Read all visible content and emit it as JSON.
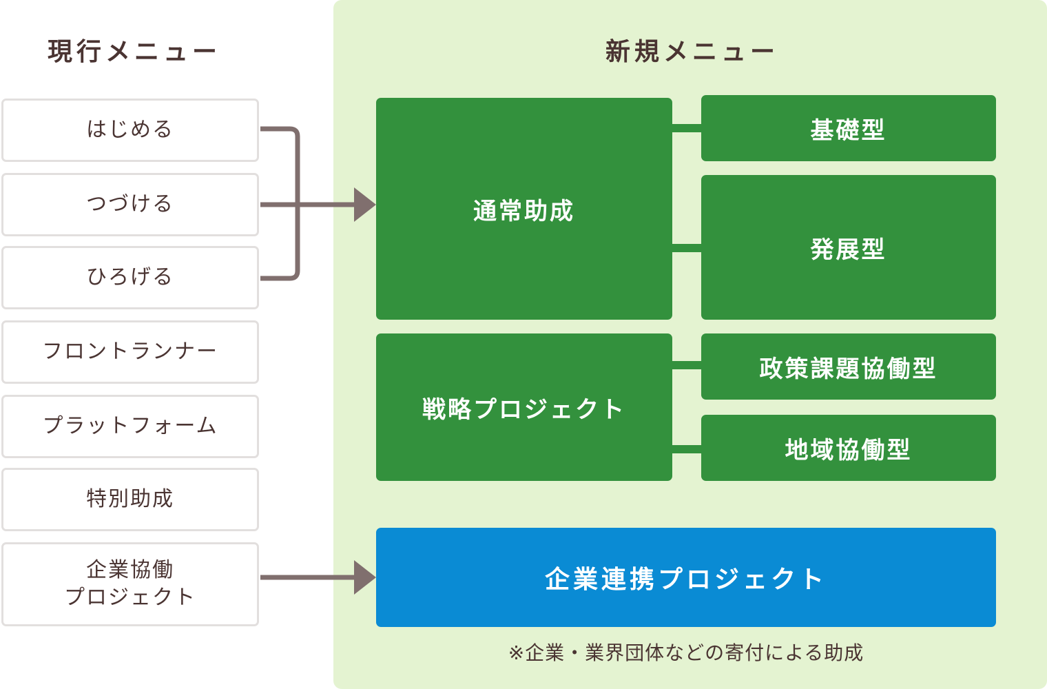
{
  "current_menu": {
    "title": "現行メニュー",
    "items": [
      {
        "label": "はじめる"
      },
      {
        "label": "つづける"
      },
      {
        "label": "ひろげる"
      },
      {
        "label": "フロントランナー"
      },
      {
        "label": "プラットフォーム"
      },
      {
        "label": "特別助成"
      },
      {
        "label": "企業協働\nプロジェクト"
      }
    ]
  },
  "new_menu": {
    "title": "新規メニュー",
    "categories": [
      {
        "label": "通常助成",
        "types": [
          {
            "label": "基礎型"
          },
          {
            "label": "発展型"
          }
        ]
      },
      {
        "label": "戦略プロジェクト",
        "types": [
          {
            "label": "政策課題協働型"
          },
          {
            "label": "地域協働型"
          }
        ]
      }
    ],
    "corporate": {
      "label": "企業連携プロジェクト",
      "note": "※企業・業界団体などの寄付による助成"
    }
  },
  "colors": {
    "green": "#33913d",
    "blue": "#0a8bd4",
    "panel_bg": "#e4f3d1",
    "connector": "#806f6e",
    "text": "#4a3432"
  }
}
